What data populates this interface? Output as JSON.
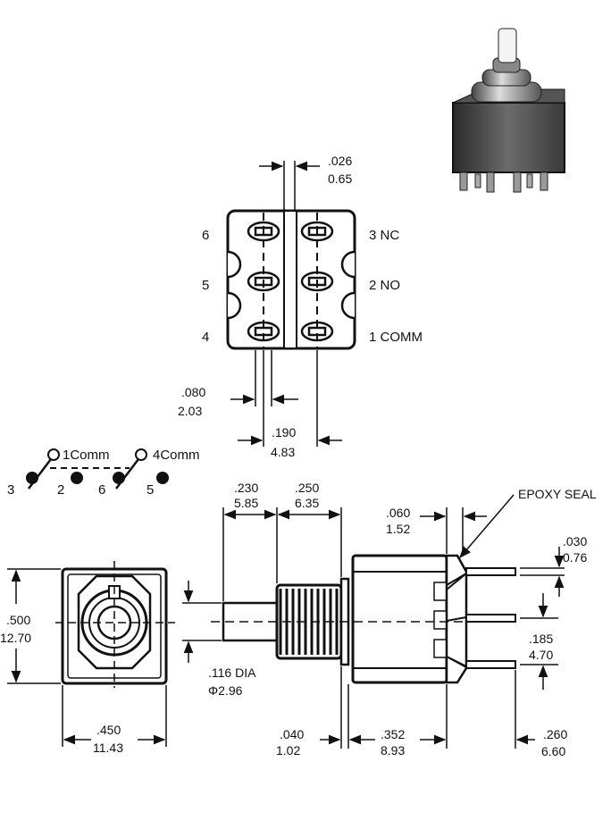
{
  "pin_diagram": {
    "top_gap": {
      "inch": ".026",
      "mm": "0.65"
    },
    "left_pins": [
      "6",
      "5",
      "4"
    ],
    "right_pins": [
      "3 NC",
      "2 NO",
      "1 COMM"
    ],
    "pin_width": {
      "inch": ".080",
      "mm": "2.03"
    },
    "pin_spacing": {
      "inch": ".190",
      "mm": "4.83"
    }
  },
  "schematic": {
    "comm_labels": [
      "1Comm",
      "4Comm"
    ],
    "pin_numbers": [
      "3",
      "2",
      "6",
      "5"
    ]
  },
  "front_view": {
    "height": {
      "inch": ".500",
      "mm": "12.70"
    },
    "width": {
      "inch": ".450",
      "mm": "11.43"
    }
  },
  "side_view": {
    "bushing_length": {
      "inch": ".230",
      "mm": "5.85"
    },
    "thread_length": {
      "inch": ".250",
      "mm": "6.35"
    },
    "seal_offset": {
      "inch": ".060",
      "mm": "1.52"
    },
    "epoxy_label": "EPOXY SEAL",
    "terminal_thickness": {
      "inch": ".030",
      "mm": "0.76"
    },
    "terminal_pitch": {
      "inch": ".185",
      "mm": "4.70"
    },
    "plunger_dia": {
      "inch": ".116 DIA",
      "mm": "Φ2.96"
    },
    "flange": {
      "inch": ".040",
      "mm": "1.02"
    },
    "body_length": {
      "inch": ".352",
      "mm": "8.93"
    },
    "terminal_length": {
      "inch": ".260",
      "mm": "6.60"
    }
  }
}
